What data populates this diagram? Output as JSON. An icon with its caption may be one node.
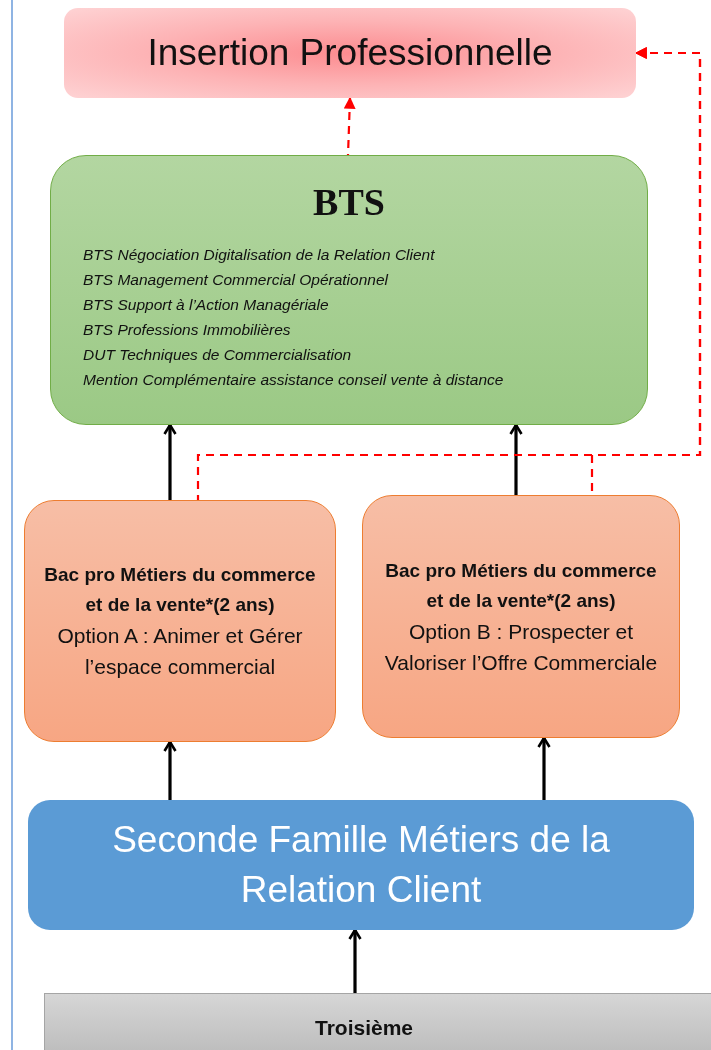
{
  "diagram": {
    "nodes": [
      {
        "text": [
          "Insertion Professionnelle"
        ]
      },
      {
        "text": [
          "BTS",
          "BTS Négociation Digitalisation de la Relation Client",
          "BTS Management Commercial Opérationnel",
          "BTS Support à l’Action Managériale",
          "BTS Professions Immobilières",
          "DUT Techniques de Commercialisation",
          "Mention Complémentaire assistance conseil vente à distance"
        ]
      },
      {
        "text": [
          "Bac pro Métiers du commerce et de la vente*(2 ans)",
          "Option A : Animer et Gérer l’espace commercial"
        ]
      },
      {
        "text": [
          "Bac pro Métiers du commerce et de la vente*(2 ans)",
          "Option B : Prospecter et Valoriser l’Offre Commerciale"
        ]
      },
      {
        "text": [
          "Seconde Famille Métiers de la Relation Client"
        ]
      },
      {
        "text": [
          "Troisième"
        ]
      }
    ],
    "edges": [
      {
        "from": 1,
        "to": 0,
        "arrow": "to",
        "style": "dashed",
        "color": "#ff0000"
      },
      {
        "from": 2,
        "to": 1,
        "arrow": "to"
      },
      {
        "from": 3,
        "to": 1,
        "arrow": "to"
      },
      {
        "from": 2,
        "to": 0,
        "arrow": "to",
        "style": "dashed",
        "color": "#ff0000"
      },
      {
        "from": 3,
        "to": 0,
        "arrow": "to",
        "style": "dashed",
        "color": "#ff0000"
      },
      {
        "from": 4,
        "to": 2,
        "arrow": "to"
      },
      {
        "from": 4,
        "to": 3,
        "arrow": "to"
      },
      {
        "from": 5,
        "to": 4,
        "arrow": "to"
      }
    ]
  }
}
